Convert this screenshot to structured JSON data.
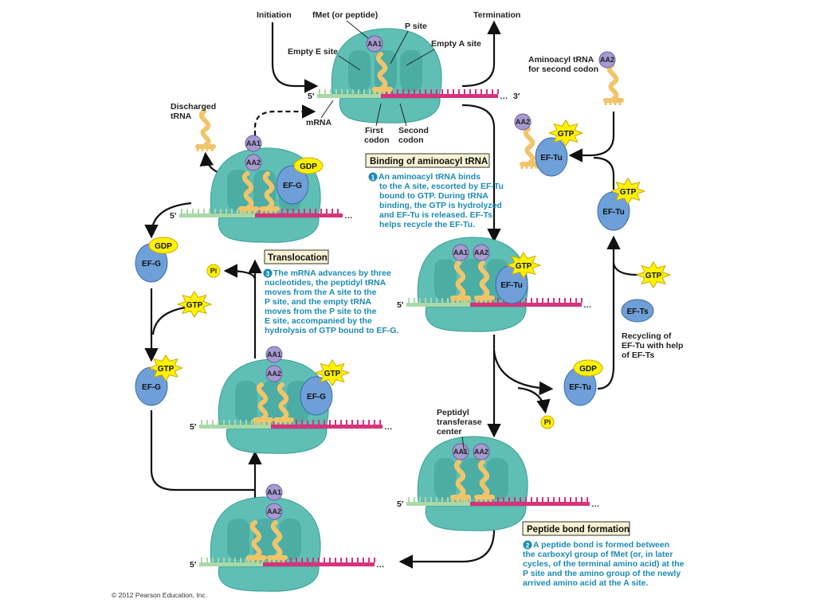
{
  "labels": {
    "initiation": "Initiation",
    "termination": "Termination",
    "fmet": "fMet (or peptide)",
    "p_site": "P site",
    "empty_e_site": "Empty E site",
    "empty_a_site": "Empty A site",
    "mrna": "mRNA",
    "first_codon": [
      "First",
      "codon"
    ],
    "second_codon": [
      "Second",
      "codon"
    ],
    "five_prime": "5′",
    "three_prime": "3′",
    "ellipsis": "…",
    "discharged_trna": [
      "Discharged",
      "tRNA"
    ],
    "aminoacyl_trna": [
      "Aminoacyl tRNA",
      "for second codon"
    ],
    "peptidyl_center": [
      "Peptidyl",
      "transferase",
      "center"
    ],
    "recycling": [
      "Recycling of",
      "EF-Tu with help",
      "of EF-Ts"
    ],
    "aa1": "AA1",
    "aa2": "AA2",
    "pi": "Pi"
  },
  "factors": {
    "ef_g": "EF-G",
    "ef_tu": "EF-Tu",
    "ef_ts": "EF-Ts",
    "gtp": "GTP",
    "gdp": "GDP"
  },
  "steps": [
    {
      "number": "1",
      "title": "Binding of aminoacyl tRNA",
      "lines": [
        "An aminoacyl tRNA binds",
        "to the A site, escorted by EF-Tu",
        "bound to GTP.  During tRNA",
        "binding, the GTP is hydrolyzed",
        "and EF-Tu is released. EF-Ts",
        "helps recycle the EF-Tu."
      ]
    },
    {
      "number": "2",
      "title": "Peptide bond formation",
      "lines": [
        "A peptide bond is formed between",
        "the carboxyl group of fMet (or, in later",
        "cycles, of the terminal amino acid) at the",
        "P site and the amino group of the newly",
        "arrived amino acid at the A site."
      ]
    },
    {
      "number": "3",
      "title": "Translocation",
      "lines": [
        "The mRNA advances by three",
        "nucleotides, the peptidyl tRNA",
        "moves from the A site to the",
        "P site, and the empty tRNA",
        "moves from the P site to the",
        "E site, accompanied by the",
        "hydrolysis of GTP bound to EF-G."
      ]
    }
  ],
  "copyright": "© 2012 Pearson Education, Inc.",
  "colors": {
    "ribosome": "#5fbfb5",
    "ribosome_dark": "#3a9e95",
    "trna": "#f2c46a",
    "aa": "#a79ad0",
    "factor": "#6f9fd8",
    "gtp": "#fff200",
    "mrna_5": "#a9d9a8",
    "mrna_3": "#d6337a",
    "caption": "#1a8bb5",
    "title_box": "#f7f3d4"
  }
}
